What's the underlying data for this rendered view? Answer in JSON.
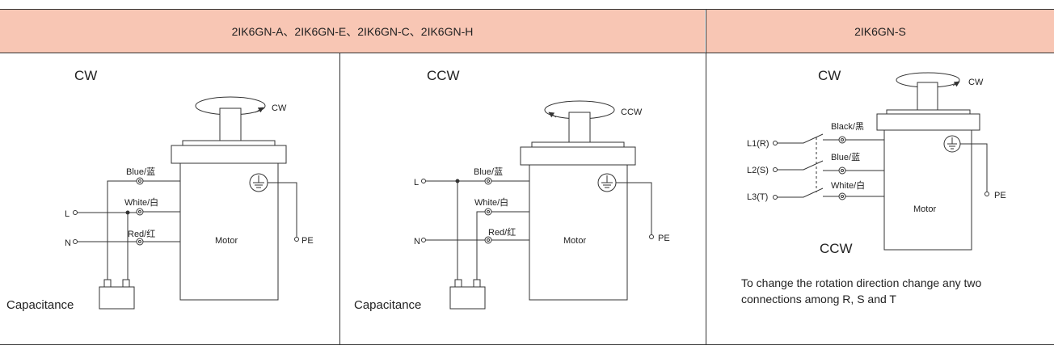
{
  "header": {
    "left": "2IK6GN-A、2IK6GN-E、2IK6GN-C、2IK6GN-H",
    "right": "2IK6GN-S"
  },
  "panel_cw": {
    "title": "CW",
    "rotation": "CW",
    "l": "L",
    "n": "N",
    "blue": "Blue/蓝",
    "white": "White/白",
    "red": "Red/红",
    "motor": "Motor",
    "pe": "PE",
    "capacitance": "Capacitance"
  },
  "panel_ccw": {
    "title": "CCW",
    "rotation": "CCW",
    "l": "L",
    "n": "N",
    "blue": "Blue/蓝",
    "white": "White/白",
    "red": "Red/红",
    "motor": "Motor",
    "pe": "PE",
    "capacitance": "Capacitance"
  },
  "panel_3ph": {
    "title": "CW",
    "rotation": "CW",
    "l1": "L1(R)",
    "l2": "L2(S)",
    "l3": "L3(T)",
    "black": "Black/黑",
    "blue": "Blue/蓝",
    "white": "White/白",
    "motor": "Motor",
    "pe": "PE",
    "ccw": "CCW",
    "note": "To change the rotation direction change any two connections among R, S and T"
  },
  "colors": {
    "header_bg": "#f8c6b4",
    "line": "#333333"
  }
}
